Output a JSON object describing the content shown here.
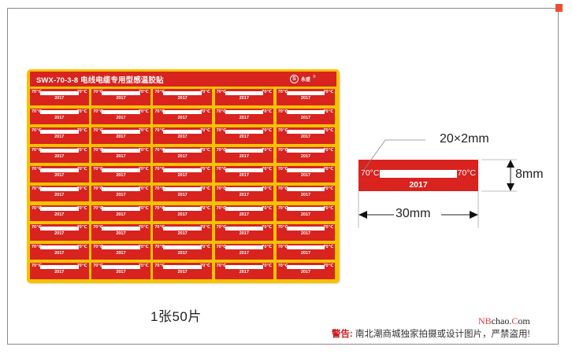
{
  "sheet": {
    "title": "SWX-70-3-8 电线电缆专用型感温胶贴",
    "brand_logo": "S",
    "brand_name": "永盛",
    "brand_reg": "®",
    "label": {
      "temp_left": "70℃",
      "temp_right": "70℃",
      "year": "2017"
    },
    "rows": 10,
    "cols": 5
  },
  "count_text": "1张50片",
  "detail": {
    "label": {
      "temp_left": "70°C",
      "temp_right": "70°C",
      "year": "2017"
    },
    "window_size": "20×2mm",
    "height": "8mm",
    "width": "30mm"
  },
  "footer": {
    "site_prefix": "NB",
    "site_middle": "chao.",
    "site_c": "C",
    "site_suffix": "om",
    "warning_label": "警告:",
    "warning_text": " 南北潮商城独家拍摄或设计图片，严禁盗用!"
  },
  "colors": {
    "label_red": "#d8231f",
    "sheet_yellow": "#f6c200",
    "accent": "#f04e30"
  }
}
